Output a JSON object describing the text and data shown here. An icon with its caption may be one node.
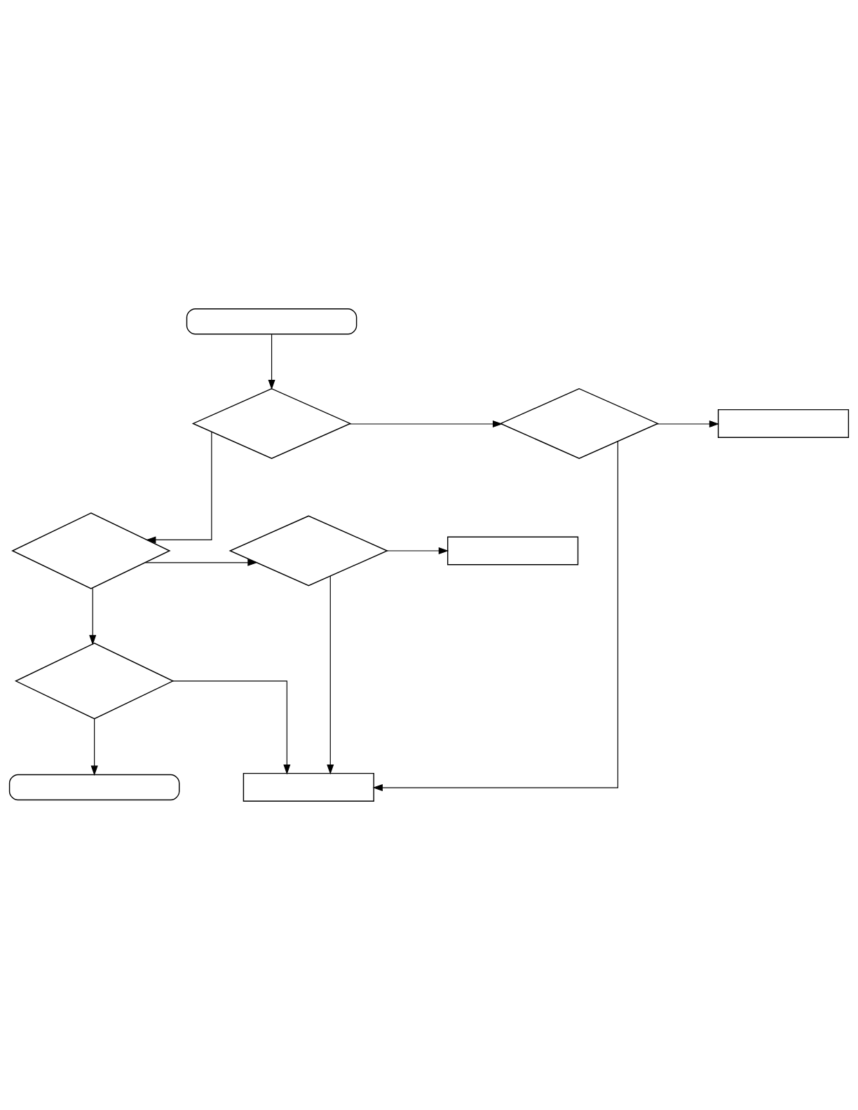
{
  "diagram": {
    "nodes": [
      {
        "text": [],
        "shape": "box"
      },
      {
        "text": [],
        "shape": "diamond"
      },
      {
        "text": [],
        "shape": "diamond"
      },
      {
        "text": [],
        "shape": "box"
      },
      {
        "text": [],
        "shape": "diamond"
      },
      {
        "text": [],
        "shape": "diamond"
      },
      {
        "text": [],
        "shape": "box"
      },
      {
        "text": [],
        "shape": "diamond"
      },
      {
        "text": [],
        "shape": "box"
      },
      {
        "text": [],
        "shape": "box"
      }
    ],
    "edges": [
      {
        "from": 0,
        "to": 1,
        "arrow": "to"
      },
      {
        "from": 1,
        "to": 2,
        "arrow": "to"
      },
      {
        "from": 2,
        "to": 3,
        "arrow": "to"
      },
      {
        "from": 2,
        "to": 9,
        "arrow": "to"
      },
      {
        "from": 1,
        "to": 4,
        "arrow": "to"
      },
      {
        "from": 4,
        "to": 5,
        "arrow": "to"
      },
      {
        "from": 5,
        "to": 6,
        "arrow": "to"
      },
      {
        "from": 5,
        "to": 9,
        "arrow": "to"
      },
      {
        "from": 4,
        "to": 7,
        "arrow": "to"
      },
      {
        "from": 7,
        "to": 9,
        "arrow": "to"
      },
      {
        "from": 7,
        "to": 8,
        "arrow": "to"
      }
    ]
  }
}
